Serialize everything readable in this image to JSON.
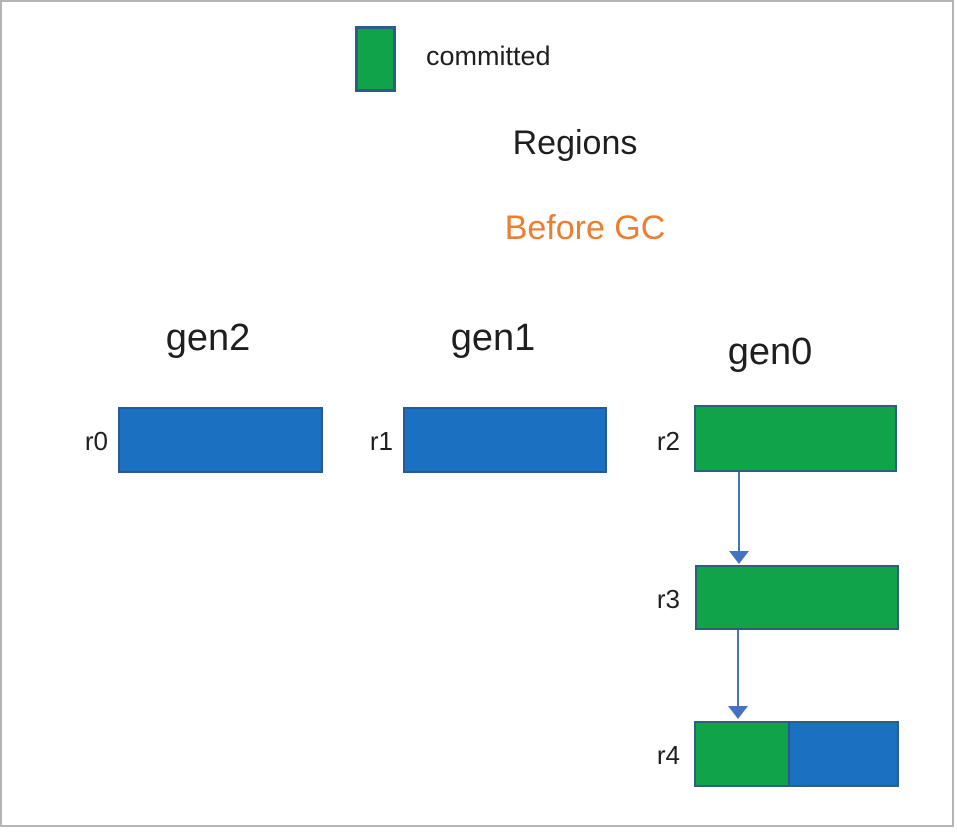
{
  "legend": {
    "label": "committed"
  },
  "header": {
    "title": "Regions",
    "subtitle": "Before GC"
  },
  "colors": {
    "committed_fill": "#10a34a",
    "uncommitted_fill": "#1b70c2",
    "green_shape_border": "#2e5f7e",
    "blue_shape_border": "#255a96",
    "subtitle_orange": "#ed7d31",
    "arrow_blue": "#4472c4",
    "frame_gray": "#b5b5b5",
    "text": "#1f1f1f"
  },
  "generations": {
    "gen2": {
      "label": "gen2"
    },
    "gen1": {
      "label": "gen1"
    },
    "gen0": {
      "label": "gen0"
    }
  },
  "regions": {
    "r0": {
      "label": "r0",
      "generation": "gen2",
      "segments": [
        {
          "color": "#1b70c2",
          "fraction": 1.0
        }
      ]
    },
    "r1": {
      "label": "r1",
      "generation": "gen1",
      "segments": [
        {
          "color": "#1b70c2",
          "fraction": 1.0
        }
      ]
    },
    "r2": {
      "label": "r2",
      "generation": "gen0",
      "segments": [
        {
          "color": "#10a34a",
          "fraction": 1.0
        }
      ]
    },
    "r3": {
      "label": "r3",
      "generation": "gen0",
      "segments": [
        {
          "color": "#10a34a",
          "fraction": 1.0
        }
      ]
    },
    "r4": {
      "label": "r4",
      "generation": "gen0",
      "segments": [
        {
          "color": "#10a34a",
          "fraction": 0.47
        },
        {
          "color": "#1b70c2",
          "fraction": 0.53
        }
      ]
    }
  },
  "arrows": [
    {
      "from": "r2",
      "to": "r3"
    },
    {
      "from": "r3",
      "to": "r4"
    }
  ]
}
